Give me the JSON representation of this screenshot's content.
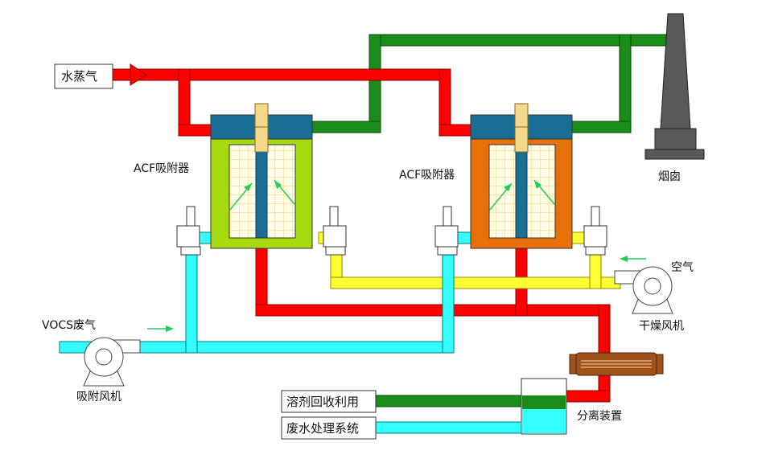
{
  "labels": {
    "steam": "水蒸气",
    "acf_left": "ACF吸附器",
    "acf_right": "ACF吸附器",
    "chimney": "烟囱",
    "air": "空气",
    "vocs": "VOCS废气",
    "dry_fan": "干燥风机",
    "adsorb_fan": "吸附风机",
    "solvent": "溶剂回收利用",
    "wastewater": "废水处理系统",
    "separator": "分离装置"
  },
  "colors": {
    "steam_pipe": "#ff0000",
    "exhaust_pipe": "#1a8c1a",
    "vocs_pipe": "#33ffff",
    "air_pipe": "#ffff33",
    "adsorber_left": "#a6d90f",
    "adsorber_right": "#e8700a",
    "adsorber_cap": "#1a6e96",
    "chimney": "#595959",
    "heat_exchanger": "#a0521d"
  }
}
